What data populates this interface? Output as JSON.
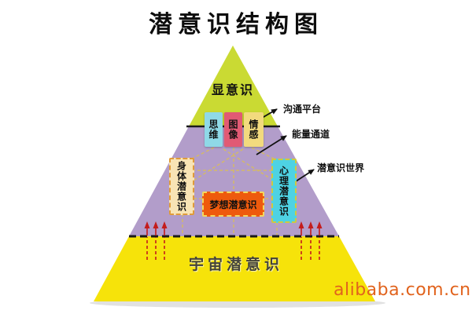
{
  "title": "潜意识结构图",
  "pyramid": {
    "conscious_label": "显意识",
    "thinking_label": "思维",
    "image_label": "图像",
    "emotion_label": "情感",
    "body_subconscious_label": "身体潜意识",
    "mind_subconscious_label": "心理潜意识",
    "dream_subconscious_label": "梦想潜意识",
    "universe_subconscious_label": "宇宙潜意识"
  },
  "side_labels": {
    "communication_platform": "沟通平台",
    "energy_channel": "能量通道",
    "subconscious_world": "潜意识世界"
  },
  "watermark": "alibaba.com.cn",
  "colors": {
    "conscious_section": "#cada33",
    "subconscious_section": "#b29dca",
    "universe_section": "#f6e30a",
    "thinking_box": "#8fd9e7",
    "image_box": "#e15a74",
    "emotion_box": "#f2da7e",
    "body_box": "#f8e4b5",
    "mind_box": "#4ed2e3",
    "dream_box": "#ee5a0d",
    "network_line": "#d4b968",
    "energy_arrow": "#c41c1c",
    "annotation_arrow": "#111111",
    "watermark_color": "#e1631d"
  }
}
